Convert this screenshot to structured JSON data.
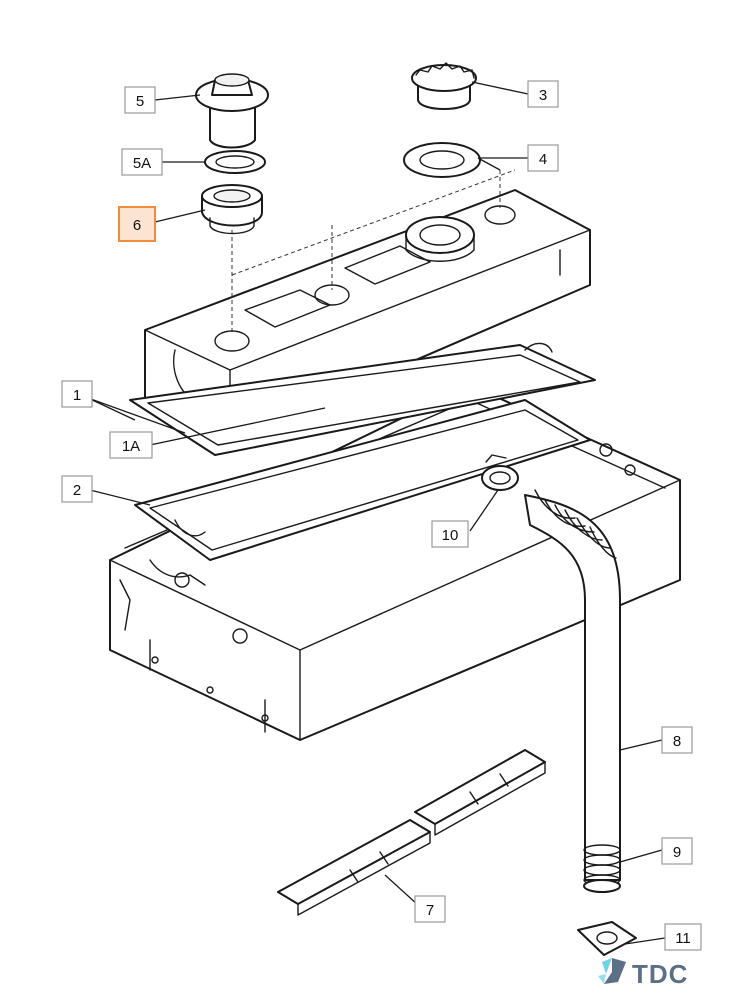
{
  "labels": {
    "p5": "5",
    "p5a": "5A",
    "p6": "6",
    "p3": "3",
    "p4": "4",
    "p1": "1",
    "p1a": "1A",
    "p2": "2",
    "p10": "10",
    "p8": "8",
    "p9": "9",
    "p7": "7",
    "p11": "11"
  },
  "highlighted_label": "6",
  "highlight_color": "#f08c3c",
  "brand": {
    "text": "TDC",
    "color": "#5b6f86"
  }
}
